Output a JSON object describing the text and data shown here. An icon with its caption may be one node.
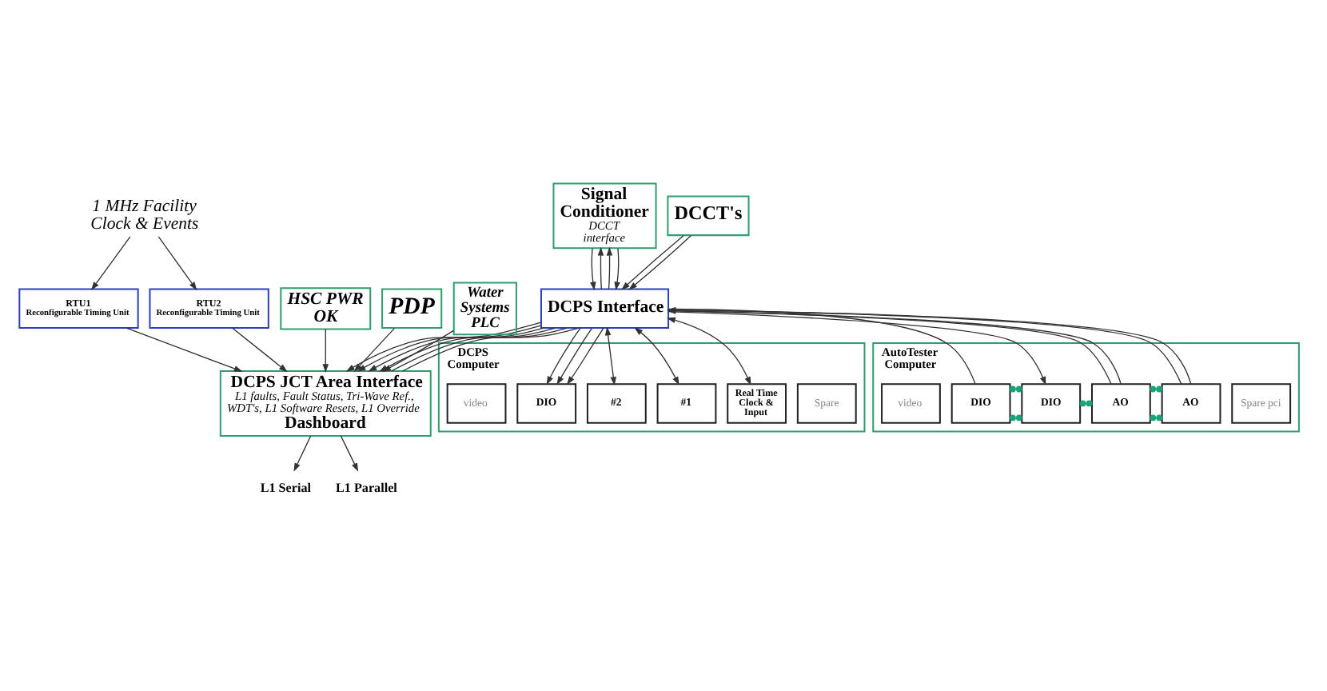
{
  "diagram": {
    "nodes": [
      {
        "text": [
          "DCPS Computer"
        ]
      },
      {
        "text": [
          "Spare"
        ],
        "in": 0
      },
      {
        "text": [
          "Real Time Clock & Input"
        ],
        "in": 0
      },
      {
        "text": [
          "#1"
        ],
        "in": 0
      },
      {
        "text": [
          "#2"
        ],
        "in": 0
      },
      {
        "text": [
          "DIO"
        ],
        "in": 0
      },
      {
        "text": [
          "video"
        ],
        "in": 0
      },
      {
        "text": [
          "Signal Conditioner",
          "DCCT interface"
        ]
      },
      {
        "text": [
          "DCCT's"
        ]
      },
      {
        "text": [
          "DCPS Interface"
        ]
      },
      {
        "text": [
          "AutoTester Computer"
        ]
      },
      {
        "text": [
          "Spare pci"
        ],
        "in": 10
      },
      {
        "text": [
          "AO"
        ],
        "in": 10
      },
      {
        "text": [
          "AO"
        ],
        "in": 10
      },
      {
        "text": [
          "DIO"
        ],
        "in": 10
      },
      {
        "text": [
          "DIO"
        ],
        "in": 10
      },
      {
        "text": [
          "video"
        ],
        "in": 10
      },
      {
        "text": [
          "DCPS JCT Area Interface",
          "L1 faults, Fault Status, Tri-Wave Ref., WDT's, L1 Software Resets, L1 Override",
          "Dashboard"
        ]
      },
      {
        "text": [
          "RTU1",
          "Reconfigurable Timing Unit"
        ]
      },
      {
        "text": [
          "RTU2",
          "Reconfigurable Timing Unit"
        ]
      },
      {
        "text": [
          "1 MHz Facility Clock & Events"
        ]
      },
      {
        "text": [
          "L1 Serial"
        ]
      },
      {
        "text": [
          "L1 Parallel"
        ]
      },
      {
        "text": [
          "HSC PWR OK"
        ]
      },
      {
        "text": [
          "PDP"
        ]
      },
      {
        "text": [
          "Water Systems PLC"
        ]
      }
    ],
    "edges": [
      {
        "from": 9,
        "to": 2,
        "arrow": "both"
      },
      {
        "from": 9,
        "to": 3,
        "arrow": "both"
      },
      {
        "from": 9,
        "to": 4,
        "arrow": "both"
      },
      {
        "from": 9,
        "to": 5,
        "arrow": "to"
      },
      {
        "from": 9,
        "to": 5,
        "arrow": "to"
      },
      {
        "from": 9,
        "to": 5,
        "arrow": "to"
      },
      {
        "from": 9,
        "to": 7,
        "arrow": "to"
      },
      {
        "from": 9,
        "to": 7,
        "arrow": "to"
      },
      {
        "from": 7,
        "to": 9,
        "arrow": "to"
      },
      {
        "from": 7,
        "to": 9,
        "arrow": "to"
      },
      {
        "from": 8,
        "to": 9,
        "arrow": "to"
      },
      {
        "from": 8,
        "to": 9,
        "arrow": "to"
      },
      {
        "from": 12,
        "to": 9,
        "arrow": "to"
      },
      {
        "from": 12,
        "to": 9,
        "arrow": "to"
      },
      {
        "from": 13,
        "to": 9,
        "arrow": "to"
      },
      {
        "from": 13,
        "to": 9,
        "arrow": "to"
      },
      {
        "from": 9,
        "to": 14,
        "arrow": "to"
      },
      {
        "from": 15,
        "to": 9,
        "arrow": "none"
      },
      {
        "from": 12,
        "to": 13,
        "arrow": "other",
        "color": "#1aa37a"
      },
      {
        "from": 13,
        "to": 14,
        "arrow": "other",
        "color": "#1aa37a"
      },
      {
        "from": 14,
        "to": 15,
        "arrow": "other",
        "color": "#1aa37a"
      },
      {
        "from": 12,
        "to": 13,
        "arrow": "other",
        "color": "#1aa37a"
      },
      {
        "from": 14,
        "to": 15,
        "arrow": "other",
        "color": "#1aa37a"
      },
      {
        "from": 9,
        "to": 17,
        "arrow": "to"
      },
      {
        "from": 9,
        "to": 17,
        "arrow": "to"
      },
      {
        "from": 9,
        "to": 17,
        "arrow": "to"
      },
      {
        "from": 9,
        "to": 17,
        "arrow": "to"
      },
      {
        "from": 9,
        "to": 17,
        "arrow": "none"
      },
      {
        "from": 9,
        "to": 17,
        "arrow": "none"
      },
      {
        "from": 20,
        "to": 18,
        "arrow": "to"
      },
      {
        "from": 20,
        "to": 19,
        "arrow": "to"
      },
      {
        "from": 18,
        "to": 17,
        "arrow": "to"
      },
      {
        "from": 19,
        "to": 17,
        "arrow": "to"
      },
      {
        "from": 17,
        "to": 21,
        "arrow": "to"
      },
      {
        "from": 17,
        "to": 22,
        "arrow": "to"
      },
      {
        "from": 23,
        "to": 17,
        "arrow": "to"
      },
      {
        "from": 24,
        "to": 17,
        "arrow": "to"
      },
      {
        "from": 25,
        "to": 17,
        "arrow": "to"
      }
    ]
  }
}
